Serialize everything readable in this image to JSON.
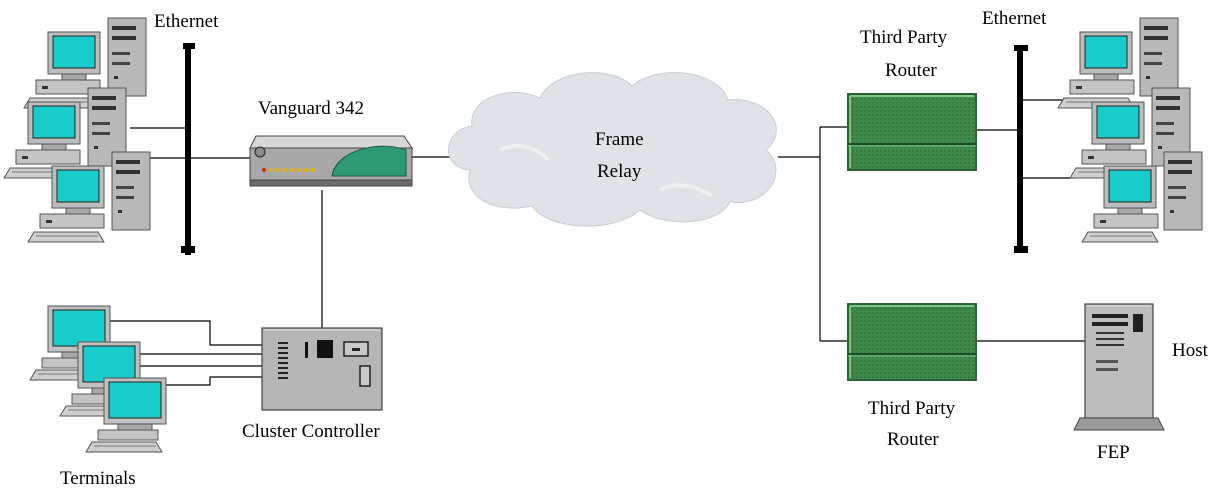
{
  "labels": {
    "ethernet_left": "Ethernet",
    "ethernet_right": "Ethernet",
    "vanguard": "Vanguard 342",
    "frame_relay_line1": "Frame",
    "frame_relay_line2": "Relay",
    "third_party_top_line1": "Third Party",
    "third_party_top_line2": "Router",
    "third_party_bottom_line1": "Third Party",
    "third_party_bottom_line2": "Router",
    "cluster_controller": "Cluster Controller",
    "terminals": "Terminals",
    "host": "Host",
    "fep": "FEP"
  },
  "colors": {
    "screen": "#19cccc",
    "router": "#3f8a4b",
    "router_border": "#2c6234",
    "device_gray": "#b5b5b5",
    "vanguard_accent": "#2f9a74",
    "cloud": "#dfe3e8",
    "line": "#000000"
  },
  "icons": [
    "pc-tower-icon",
    "terminal-icon",
    "router-icon",
    "vanguard-device-icon",
    "cluster-controller-icon",
    "fep-host-icon",
    "cloud-icon",
    "ethernet-bus-icon"
  ]
}
